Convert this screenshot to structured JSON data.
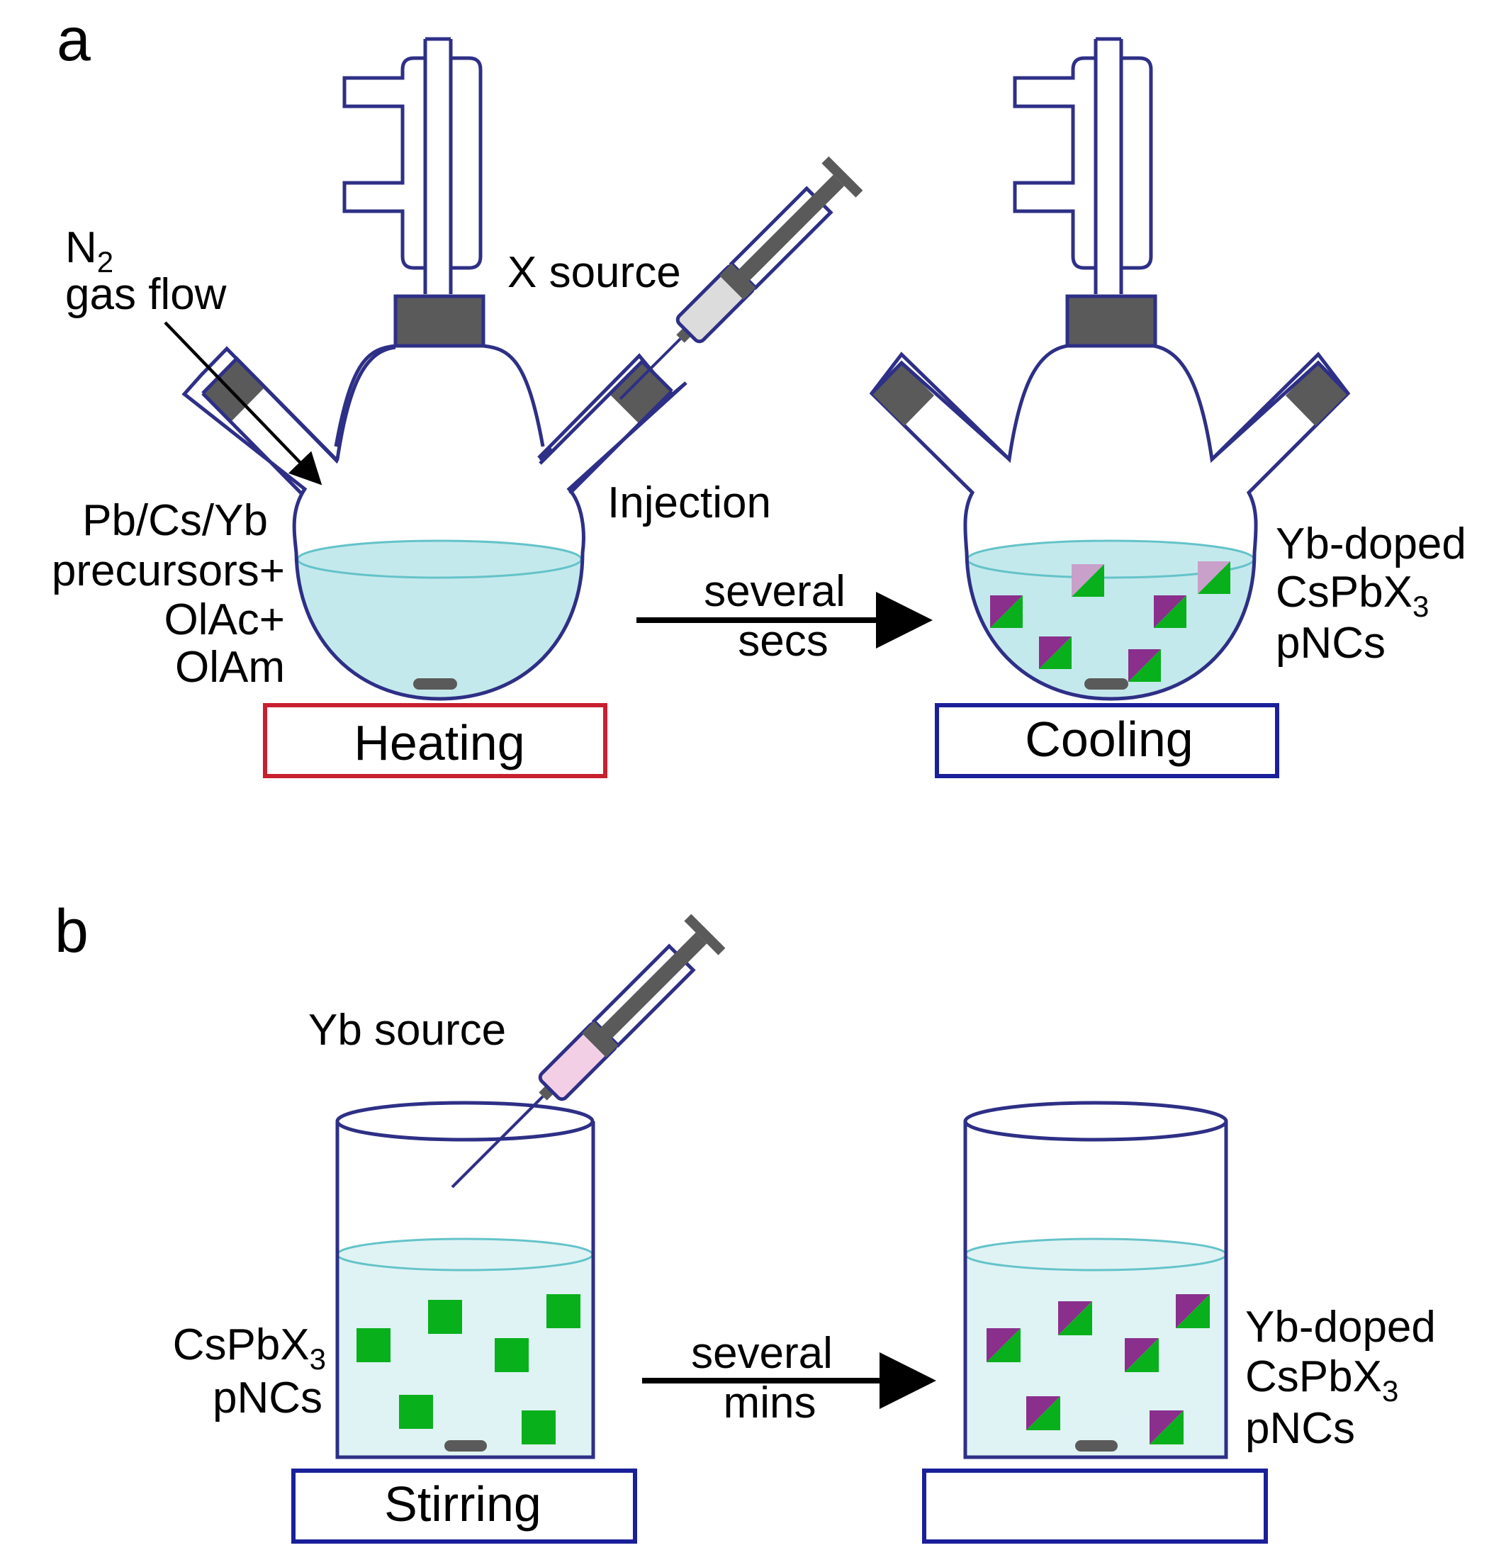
{
  "panels": {
    "a": {
      "label": "a",
      "n2_label": "N",
      "n2_subscript": "2",
      "gas_flow_label": "gas flow",
      "x_source_label": "X source",
      "injection_label": "Injection",
      "precursors_lines": [
        "Pb/Cs/Yb",
        "precursors+",
        "OlAc+",
        "OlAm"
      ],
      "arrow_top": "several",
      "arrow_bottom": "secs",
      "product_lines": [
        "Yb-doped",
        "CsPbX",
        "pNCs"
      ],
      "product_subscript": "3",
      "heating_label": "Heating",
      "cooling_label": "Cooling"
    },
    "b": {
      "label": "b",
      "yb_source_label": "Yb source",
      "reactant_lines": [
        "CsPbX",
        "pNCs"
      ],
      "reactant_subscript": "3",
      "arrow_top": "several",
      "arrow_bottom": "mins",
      "product_lines": [
        "Yb-doped",
        "CsPbX",
        "pNCs"
      ],
      "product_subscript": "3",
      "stirring_label": "Stirring"
    }
  },
  "colors": {
    "glass_outline": "#2e2f86",
    "stopper": "#5a5a5a",
    "liquid_flask": "#c4e9ec",
    "liquid_beaker": "#dff3f4",
    "liquid_rim": "#64c3c9",
    "heating_plate": "#c8202f",
    "cooling_plate": "#1a1f9a",
    "crystal_green": "#08b01c",
    "crystal_purple": "#8a2f8c",
    "x_source_fill": "#dcdcdc",
    "yb_source_fill": "#f3cfe6"
  }
}
